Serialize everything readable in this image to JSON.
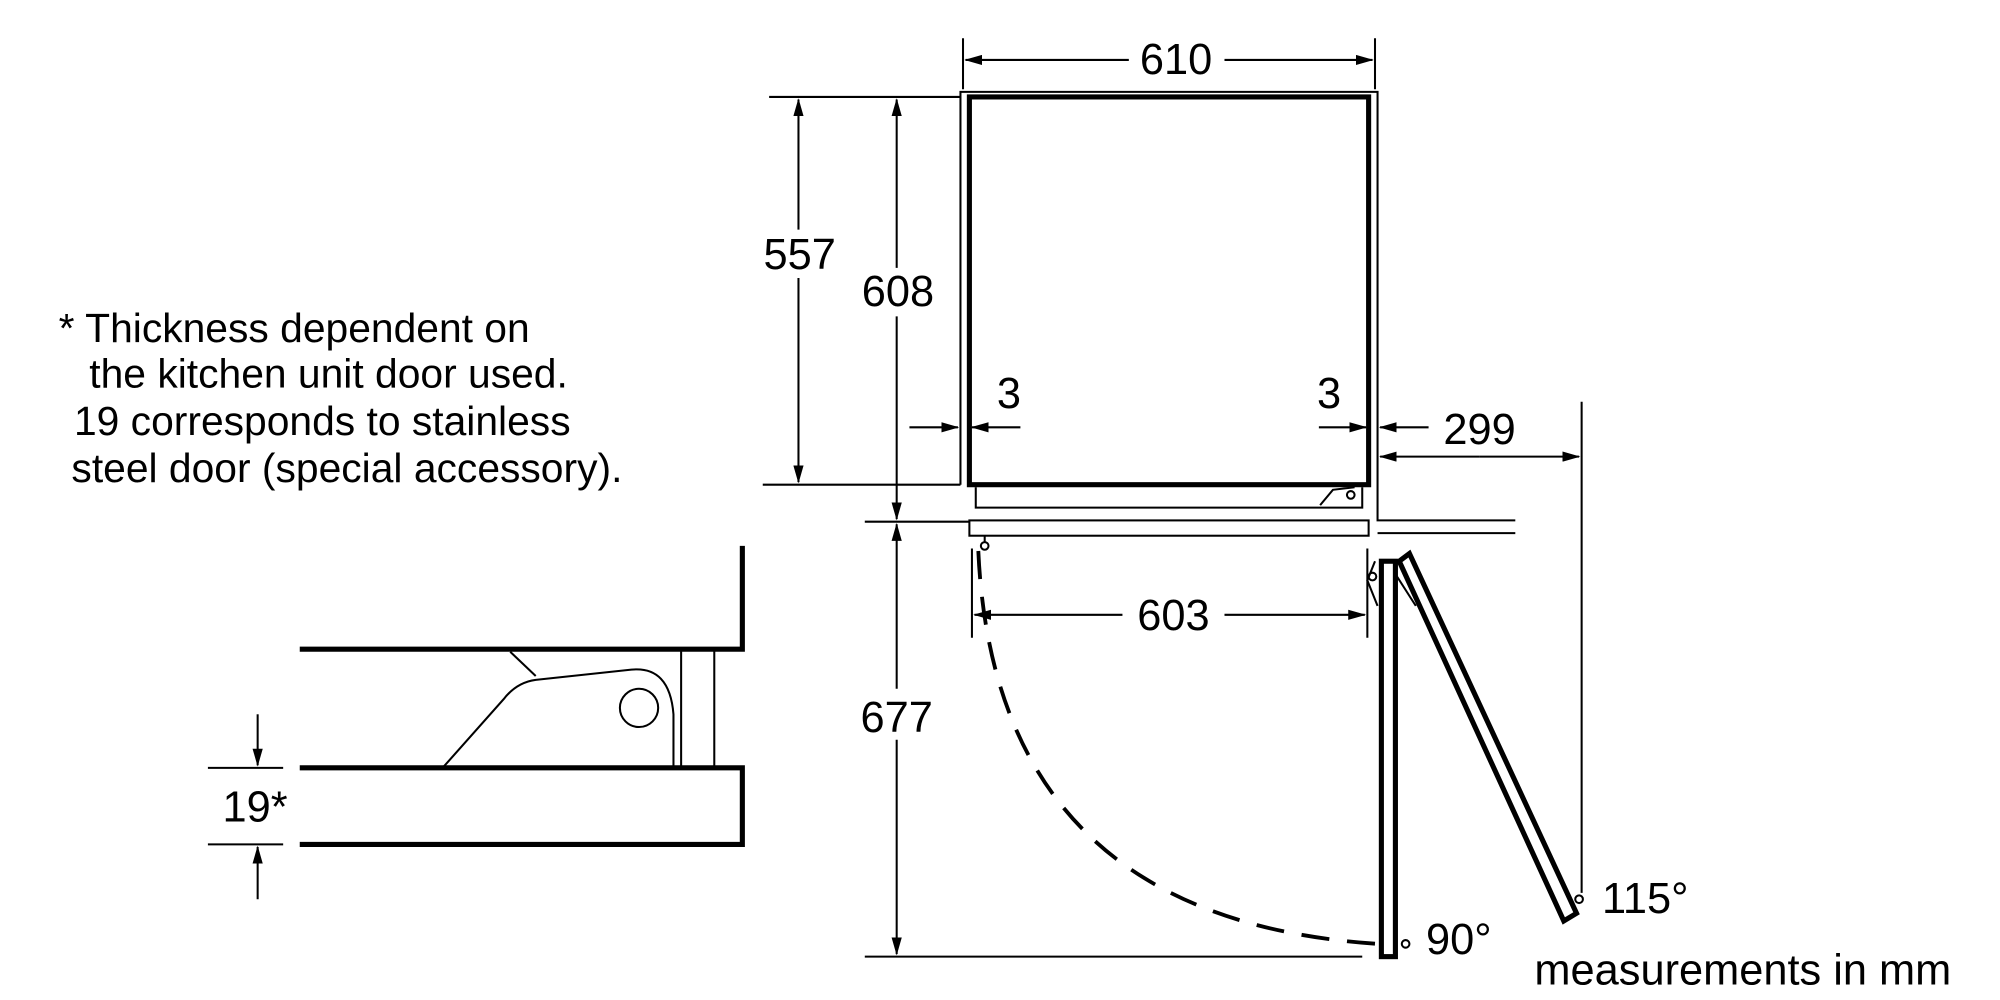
{
  "note": {
    "lines": [
      "* Thickness dependent on",
      "the kitchen unit door used.",
      "19 corresponds to stainless",
      "steel door (special accessory)."
    ]
  },
  "dimensions": {
    "width_outer": "610",
    "height_557": "557",
    "height_608": "608",
    "gap_left": "3",
    "gap_right": "3",
    "side_299": "299",
    "width_inner": "603",
    "depth_677": "677",
    "door_thickness": "19*"
  },
  "angles": {
    "angle_90": "90°",
    "angle_115": "115°"
  },
  "units_label": "measurements in mm"
}
